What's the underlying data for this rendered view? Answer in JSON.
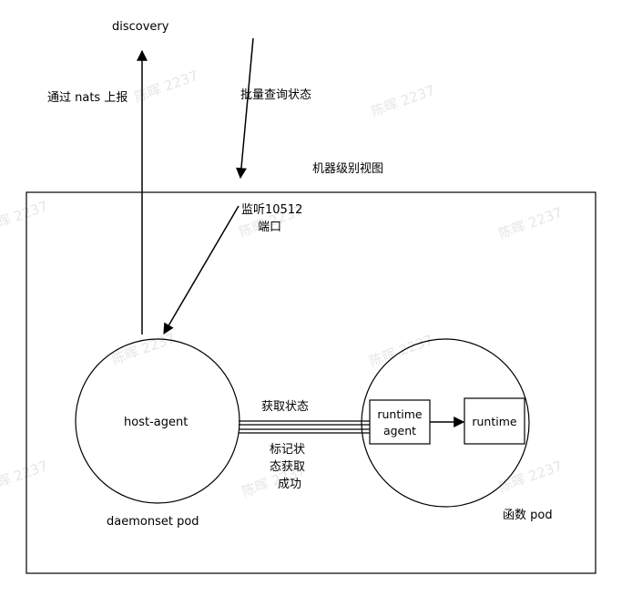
{
  "diagram": {
    "discovery": "discovery",
    "report_via_nats": "通过 nats 上报",
    "batch_query_status": "批量查询状态",
    "machine_level_view": "机器级别视图",
    "listen_port_line1": "监听10512",
    "listen_port_line2": "端口",
    "host_agent": "host-agent",
    "daemonset_pod": "daemonset pod",
    "get_status": "获取状态",
    "mark_status_line1": "标记状",
    "mark_status_line2": "态获取",
    "mark_status_line3": "成功",
    "runtime_agent_line1": "runtime",
    "runtime_agent_line2": "agent",
    "runtime": "runtime",
    "function_pod": "函数 pod"
  },
  "watermark": "陈晖 2237"
}
